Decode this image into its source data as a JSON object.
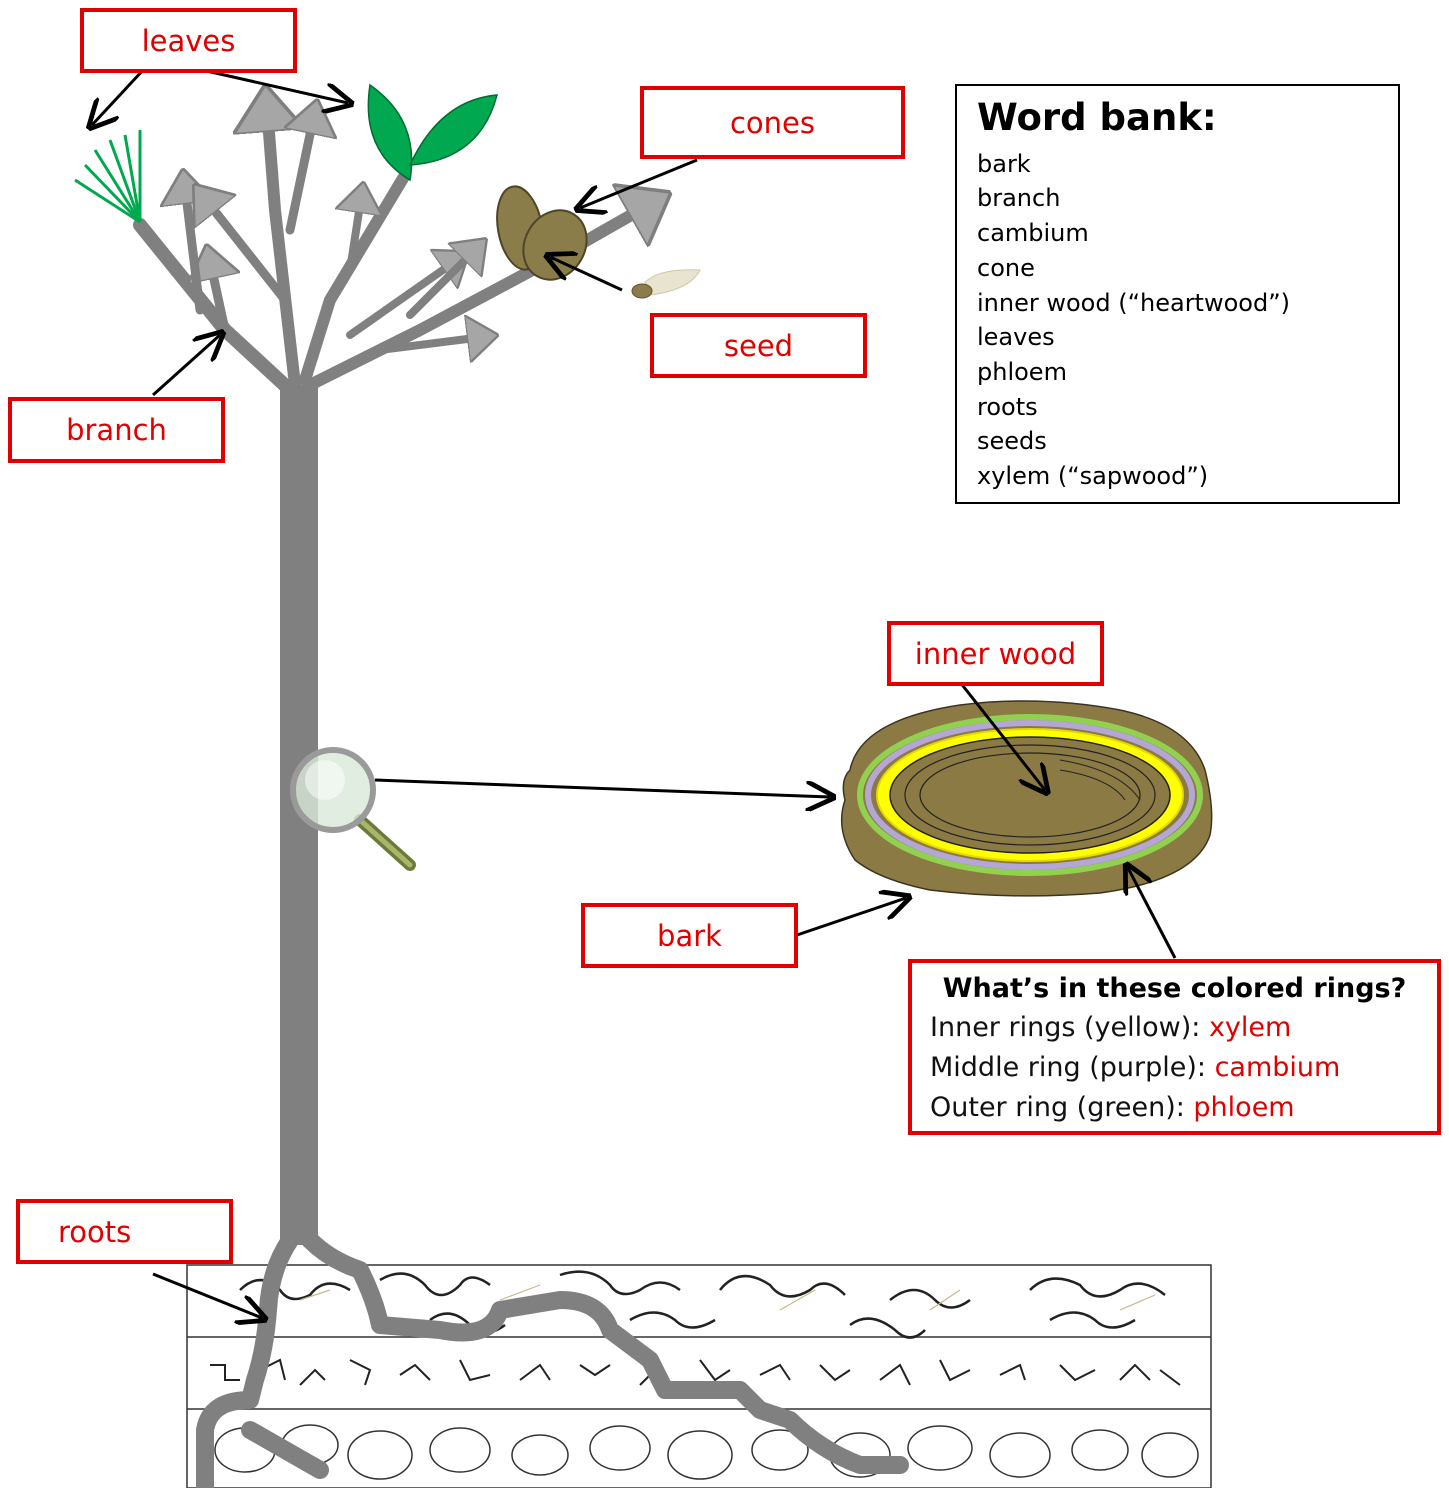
{
  "labels": {
    "leaves": "leaves",
    "cones": "cones",
    "seed": "seed",
    "branch": "branch",
    "inner_wood": "inner wood",
    "bark": "bark",
    "roots": "roots"
  },
  "word_bank": {
    "title": "Word bank:",
    "items": [
      "bark",
      "branch",
      "cambium",
      "cone",
      "inner wood (“heartwood”)",
      "leaves",
      "phloem",
      "roots",
      "seeds",
      "xylem (“sapwood”)"
    ]
  },
  "rings_question": {
    "title": "What’s in these colored rings?",
    "rows": [
      {
        "label": "Inner rings (yellow): ",
        "answer": "xylem"
      },
      {
        "label": "Middle ring (purple): ",
        "answer": "cambium"
      },
      {
        "label": "Outer ring (green): ",
        "answer": "phloem"
      }
    ]
  },
  "colors": {
    "label_border": "#e00000",
    "label_text": "#e00000",
    "tree": "#808080",
    "leaf_green": "#00a94f",
    "cone": "#8b7d4a",
    "stump_bark": "#8c7a45",
    "ring_green": "#92d050",
    "ring_purple": "#b4a7d6",
    "ring_yellow": "#ffff00"
  },
  "icons": [
    "magnifier-icon",
    "arrow-icon"
  ]
}
